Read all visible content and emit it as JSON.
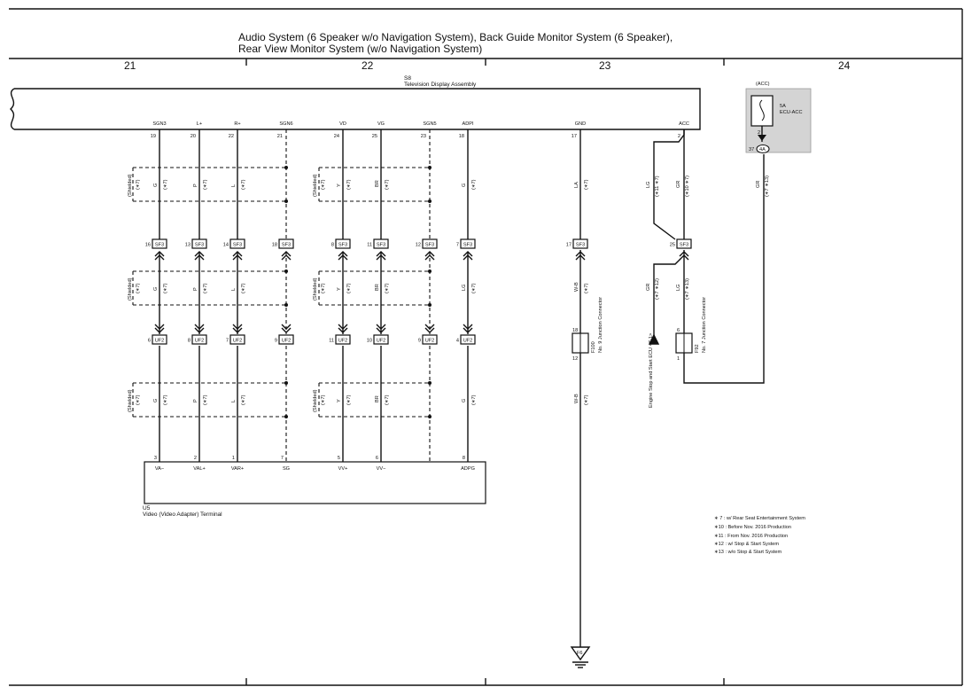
{
  "title_line1": "Audio System (6 Speaker w/o Navigation System),  Back Guide Monitor System (6 Speaker),",
  "title_line2": "Rear View Monitor System (w/o Navigation System)",
  "columns": [
    "21",
    "22",
    "23",
    "24"
  ],
  "s8": {
    "id": "S8",
    "name": "Television Display Assembly"
  },
  "s8_pins": [
    {
      "name": "SGN3",
      "num": "19"
    },
    {
      "name": "L+",
      "num": "20"
    },
    {
      "name": "R+",
      "num": "22"
    },
    {
      "name": "SGN6",
      "num": "21"
    },
    {
      "name": "VD",
      "num": "24"
    },
    {
      "name": "VG",
      "num": "25"
    },
    {
      "name": "SGN5",
      "num": "23"
    },
    {
      "name": "ADPI",
      "num": "18"
    },
    {
      "name": "GND",
      "num": "17"
    },
    {
      "name": "ACC",
      "num": "2"
    }
  ],
  "sf3": {
    "label": "SF3",
    "pins": [
      "16",
      "13",
      "14",
      "18",
      "8",
      "11",
      "12",
      "7",
      "17",
      "25"
    ]
  },
  "uf2": {
    "label": "UF2",
    "pins": [
      "6",
      "8",
      "7",
      "9",
      "11",
      "10",
      "9",
      "4"
    ]
  },
  "u5": {
    "id": "U5",
    "name": "Video (Video Adapter) Terminal",
    "pins": [
      {
        "num": "3",
        "name": "VA−"
      },
      {
        "num": "2",
        "name": "VAL+"
      },
      {
        "num": "1",
        "name": "VAR+"
      },
      {
        "num": "7",
        "name": "SG"
      },
      {
        "num": "5",
        "name": "VV+"
      },
      {
        "num": "6",
        "name": "VV−"
      },
      {
        "num": "8",
        "name": "ADPG"
      }
    ]
  },
  "wires_seg1": [
    "G",
    "P",
    "L",
    "Y",
    "BR",
    "G"
  ],
  "wires_seg2": [
    "G",
    "P",
    "L",
    "Y",
    "BR",
    "LG"
  ],
  "wires_seg3": [
    "G",
    "P",
    "L",
    "Y",
    "BR",
    "G"
  ],
  "note_7": "(∗7)",
  "shielded": "(Shielded)",
  "gnd_wire_top": "LA",
  "gnd_wire_mid": "W-B",
  "gnd_wire_bot": "W-B",
  "f100": {
    "id": "F100",
    "name": "No. 9 Junction Connector",
    "pin_top": "18",
    "pin_bot": "12"
  },
  "f92": {
    "id": "F92",
    "name": "No. 7 Junction Connector",
    "pin_top": "6",
    "pin_bot": "1"
  },
  "ground": "F6",
  "acc_wires": {
    "lg_top": "LG",
    "lg_top_note": "(∗11 ∗7)",
    "gr_top": "GR",
    "gr_top_note": "(∗10 ∗7)",
    "gr_mid": "GR",
    "gr_mid_note": "(∗7 ∗12)",
    "lg_mid": "LG",
    "lg_mid_note": "(∗7 ∗13)",
    "gr_right": "GR",
    "gr_right_note": "(∗7 ∗13)"
  },
  "engine_label": "Engine Stop and Start ECU <7-1>",
  "fuse": {
    "acc": "(ACC)",
    "rating": "5A",
    "name": "ECU-ACC",
    "pin2": "2",
    "pin37": "37",
    "conn": "4A"
  },
  "notes": [
    "∗ 7 : w/ Rear Seat Entertainment System",
    "∗10 : Before Nov.  2016 Production",
    "∗11 : From Nov.  2016 Production",
    "∗12 : w/ Stop & Start System",
    "∗13 : w/o Stop & Start System"
  ]
}
